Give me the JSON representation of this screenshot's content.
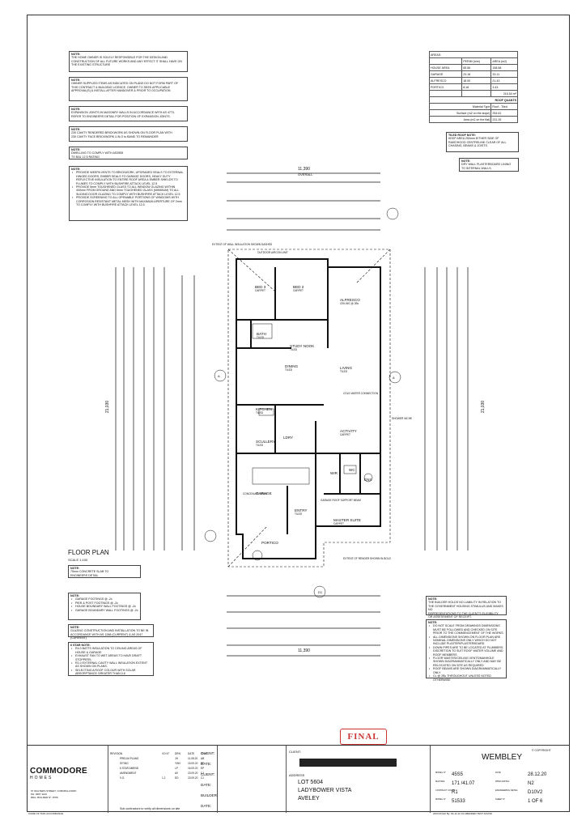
{
  "areas": {
    "title": "AREAS:",
    "head": [
      "",
      "PERIM (mm)",
      "AREA (m2)"
    ],
    "rows": [
      [
        "HOUSE AREA",
        "65.56",
        "158.58"
      ],
      [
        "GARAGE",
        "23.18",
        "33.11"
      ],
      [
        "ALFRESCO",
        "18.00",
        "21.43"
      ],
      [
        "PORTICO",
        "8.18",
        "3.43"
      ]
    ],
    "total": "216.54 m²",
    "roof_title": "ROOF QUANTS",
    "roof_rows": [
      [
        "Material Type",
        "Roof - Tiled"
      ],
      [
        "Surface (m2 on the slope)",
        "254.61"
      ],
      [
        "Area (m2 on the flat)",
        "231.39"
      ]
    ]
  },
  "notes_left": [
    {
      "h": "NOTE:",
      "lines": [
        "THE HOME OWNER IS SOLELY RESPONSIBLE FOR THE DESIGN AND",
        "CONSTRUCTION OF ALL FUTURE WORKS AND ANY EFFECT IT SHALL HAVE ON",
        "THE EXISTING STRUCTURE"
      ]
    },
    {
      "h": "NOTE:",
      "lines": [
        "OWNER SUPPLIED ITEMS AS INDICATED ON PLANS DO NOT FORM PART OF",
        "THIS CONTRACT & BUILDING LICENCE. OWNER TO SEEK APPLICABLE",
        "APPROVAL(S) & INSTALL AFTER HANDOVER & PRIOR TO OCCUPATION"
      ]
    },
    {
      "h": "NOTE:",
      "lines": [
        "EXPANSION JOINTS IN MASONRY WALLS IN ACCORDANCE WITH AS 4773.",
        "REFER TO ENGINEERS DETAIL FOR POSITION OF EXPANSION JOINTS."
      ]
    },
    {
      "h": "NOTE:",
      "lines": [
        "230 CAVITY RENDERED BRICKWORK AS SHOWN ON FLOOR PLAN WITH",
        "230 CAVITY FACE BRICKWORK U.N.O to BAND TO REMAINDER"
      ]
    },
    {
      "h": "NOTE:",
      "lines": [
        "DWELLING TO COMPLY WITH AS3959",
        "TO BAL 12.5 RATING"
      ]
    }
  ],
  "bal_note": {
    "h": "NOTE:",
    "bullets": [
      "PROVIDE WEEPA VENTS TO BRICKWORK, UPGRADED SEALS TO EXTERNAL HINGED DOORS, EMBER SEALS TO GARAGE DOORS, HEAVY DUTY REFLECTIVE INSULATION TO ENTIRE ROOF AREA & EMBER SHIELDS TO FLUMES TO COMPLY WITH BUSHFIRE ATTACK LEVEL 12.5",
      "PROVIDE 5mm TOUGHENED GLASS TO ALL WINDOW GLAZING WITHIN 400mm FROM GROUND AND 5mm TOUGHENED GLASS (MINIMUM) TO ALL SLIDING DOOR GLAZING TO COMPLY WITH BUSHFIRE ATTACK LEVEL 12.5",
      "PROVIDE SCREENING TO ALL OPENABLE PORTIONS OF WINDOWS WITH CORROSION RESISTANT METAL MESH WITH MAXIMUM APERTURE OF 2mm TO COMPLY WITH BUSHFIRE ATTACK LEVEL 12.5"
    ]
  },
  "tiled_note": {
    "h": "TILED ROOF NOTE:",
    "lines": [
      "KEEP AREA 250mm EITHER SIDE OF",
      "RAKE/HOOD CENTRELINE CLEAR OF ALL",
      "CHASING, BEAMS & JOISTS."
    ]
  },
  "plaster_note": {
    "h": "NOTE:",
    "lines": [
      "DRY WALL PLASTERBOARD LINING",
      "TO INTERNAL WALLS."
    ]
  },
  "plan": {
    "overall_top": "11,390",
    "overall_top_label": "OVERALL",
    "overall_bottom": "11,390",
    "overall_left": "21,030",
    "overall_right": "21,030",
    "rooms": [
      {
        "name": "BED 3",
        "sub": "CARPET"
      },
      {
        "name": "BED 2",
        "sub": "CARPET"
      },
      {
        "name": "ALFRESCO",
        "sub": "CEILING @ 2Bc"
      },
      {
        "name": "BATH",
        "sub": "TILED"
      },
      {
        "name": "STUDY NOOK",
        "sub": "TILED"
      },
      {
        "name": "DINING",
        "sub": "TILED"
      },
      {
        "name": "LIVING",
        "sub": "TILED"
      },
      {
        "name": "KITCHEN",
        "sub": "TILED"
      },
      {
        "name": "ACTIVITY",
        "sub": "CARPET"
      },
      {
        "name": "SCULLERY",
        "sub": "TILED"
      },
      {
        "name": "GARAGE",
        "sub": ""
      },
      {
        "name": "ENTRY",
        "sub": "TILED"
      },
      {
        "name": "MASTER SUITE",
        "sub": "CARPET"
      },
      {
        "name": "WIR",
        "sub": ""
      },
      {
        "name": "ENS",
        "sub": ""
      },
      {
        "name": "PORTICO",
        "sub": ""
      },
      {
        "name": "LDRY",
        "sub": ""
      },
      {
        "name": "WC",
        "sub": ""
      }
    ],
    "notes": [
      "OUTDOOR AIRCON UNIT",
      "EXTENT OF WALL INSULATION SHOWN DASHED",
      "EXTENT OF RENDER SHOWN IN BOLD",
      "CONCEALED BEAM",
      "GARAGE ROOF SUPPORT BEAM",
      "COLD WATER CONNECTION",
      "SHOWER NICHE"
    ]
  },
  "floor_plan_label": "FLOOR PLAN",
  "scale": "SCALE 1:100",
  "slab_note": {
    "h": "NOTE:",
    "lines": [
      "75mm CONCRETE SLAB TO",
      "ENGINEERS DETAIL"
    ]
  },
  "footing_note": {
    "h": "NOTE:",
    "bullets": [
      "GARAGE FOOTINGS @ -2c",
      "PIER & POST FOOTINGS @ -2c",
      "HOUSE BOUNDARY WALL FOOTINGS @ -2c",
      "GARAGE BOUNDARY WALL FOOTINGS @ -2c"
    ]
  },
  "glazing_note": {
    "h": "NOTE:",
    "lines": [
      "GLAZING CONSTRUCTION AND INSTALLATION TO BE IN",
      "ACCORDANCE WITH AS 1288 (CURRENT) & AS 2047 (CURRENT)"
    ]
  },
  "star_note": {
    "h": "6 STAR NOTE:",
    "bullets": [
      "R4.0 BATTS INSULATION TO CEILING AREAS OF HOUSE & GARAGE",
      "EXHAUST FAN TO WET AREAS TO HAVE DRAFT STOPPERS.",
      "R1.0 EXTERNAL CAVITY WALL INSULATION EXTENT AS SHOWN ON PLANS.",
      "SELECTING A ROOF COLOUR WITH SOLAR ABSORPTANCE GREATER THAN 0.6"
    ]
  },
  "right_note": {
    "h": "NOTE:",
    "lines": [
      "THE BUILDER HOLDS NO LIABILITY IN RELATION TO",
      "THE GOVERNMENT HOUSING STIMULUS AND MAKES NO",
      "REPRESENTATIONS TO THE CLIENT'S ELIGIBILITY",
      "OR ASSESSMENT OF RECEIPT."
    ]
  },
  "right_note2": {
    "h": "NOTE:",
    "bullets": [
      "DO NOT SCALE FROM DRAWINGS DIMENSIONS MUST BE FOLLOWED AND CHECKED ON SITE PRIOR TO THE COMMENCEMENT OF THE WORKS.",
      "ALL DIMENSIONS SHOWN ON FLOOR PLAN ARE NOMINAL DIMENSIONS ONLY WHICH DO NOT INCLUDE PLASTER/PLASTERBOARD",
      "DOWN PIPES ARE TO BE LOCATED AT PLUMBERS DISCRETION TO SUIT ROOF WATER VOLUME AND ROOF MEMBERS",
      "FLOOR WASTES/CEILING VENTS/MANHOLE SHOWN DIAGRAMMATICALLY ONLY AND MAY BE RELOCATED ON SITE AS REQUIRED",
      "ROOF BEAMS ARE SHOWN DIAGRAMMATICALLY ONLY",
      "CL @ 2Bc THROUGHOUT UNLESS NOTED OTHERWISE"
    ]
  },
  "stamp": "FINAL",
  "titleblock": {
    "company": "COMMODORE",
    "company_sub": "HOMES",
    "company_addr": [
      "67 WALTERS STREET, COBURGH PARK",
      "PH: 9287 1133",
      "REG. BUILDER N°: 8709"
    ],
    "rev_head": [
      "REVISION",
      "VO N°",
      "DRN",
      "DATE",
      "CHK"
    ],
    "revs": [
      [
        "PRELIM PLANS",
        "",
        "JH",
        "11.08.20",
        "AB"
      ],
      [
        "SITING",
        "",
        "YWV",
        "15.09.20",
        "EP"
      ],
      [
        "6 STAR AMEND",
        "",
        "LP",
        "16.09.20",
        "EP"
      ],
      [
        "AMENDMENT",
        "",
        "AV",
        "23.09.20",
        "CJ"
      ],
      [
        "V.O.",
        "1,2",
        "ED",
        "23.09.20",
        "CJ"
      ]
    ],
    "sub_contractors": "Sub-contractors to verify all dimensions on site",
    "client_label": "CLIENT:",
    "date_label": "DATE:",
    "builder_label": "BUILDER:",
    "address_label": "ADDRESS",
    "address": [
      "LOT 5604",
      "LADYBOWER VISTA",
      "AVELEY"
    ],
    "design": "WEMBLEY",
    "copyright": "© COPYRIGHT",
    "fields": [
      {
        "label": "MODEL N°",
        "value": "45S5"
      },
      {
        "label": "DATE",
        "value": "28.12.20"
      },
      {
        "label": "MAP REF",
        "value": "171 /41.07"
      },
      {
        "label": "WIND RATING",
        "value": "N2"
      },
      {
        "label": "CONTRACT COUNT",
        "value": "R1"
      },
      {
        "label": "ENGINEERING DETAIL",
        "value": "D10V2"
      },
      {
        "label": "MODEL N°",
        "value": "51533"
      },
      {
        "label": "SHEET N°",
        "value": "1 OF 6"
      }
    ],
    "footer_left": "CODE OF THIS ACCORDANCE",
    "footer_right": "22/C/20 Ref By: 9A 12.12.19 AMENDED TEST 9/12/20"
  }
}
